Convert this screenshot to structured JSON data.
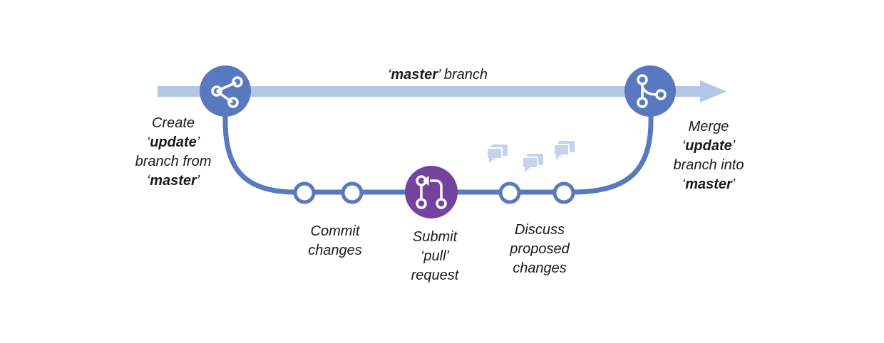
{
  "colors": {
    "main_arrow": "#b3c7e8",
    "branch_line": "#5878c0",
    "node_blue": "#5878c0",
    "node_purple": "#7443a0",
    "chat_icon": "#c5d3ec",
    "text": "#1a1a1a"
  },
  "icons": {
    "create_node": "share-branch-icon",
    "merge_node": "merge-icon",
    "pull_request_node": "pull-request-icon",
    "discussion": "chat-bubbles-icon"
  },
  "labels": {
    "master_branch": {
      "quote_open": "‘",
      "name": "master",
      "quote_close": "’",
      "suffix": " branch"
    },
    "create": {
      "line1": "Create",
      "line2_open": "‘",
      "line2_bold": "update",
      "line2_close": "’",
      "line3": "branch from",
      "line4_open": "‘",
      "line4_bold": "master",
      "line4_close": "’"
    },
    "merge": {
      "line1": "Merge",
      "line2_open": "‘",
      "line2_bold": "update",
      "line2_close": "’",
      "line3": "branch into",
      "line4_open": "‘",
      "line4_bold": "master",
      "line4_close": "’"
    },
    "commit": {
      "line1": "Commit",
      "line2": "changes"
    },
    "submit": {
      "line1": "Submit",
      "line2": "‘pull’",
      "line3": "request"
    },
    "discuss": {
      "line1": "Discuss",
      "line2": "proposed",
      "line3": "changes"
    }
  }
}
